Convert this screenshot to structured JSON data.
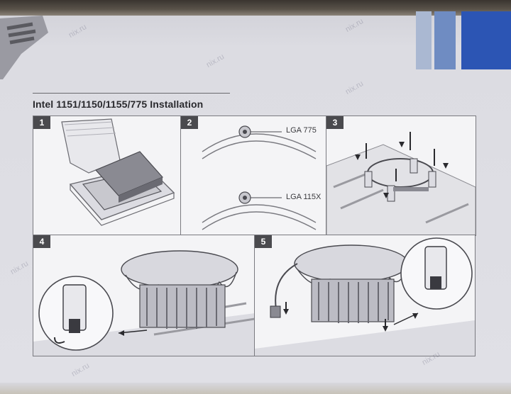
{
  "heading": "Intel 1151/1150/1155/775 Installation",
  "steps": [
    {
      "number": "1"
    },
    {
      "number": "2",
      "labels": [
        "LGA 775",
        "LGA 115X"
      ]
    },
    {
      "number": "3"
    },
    {
      "number": "4"
    },
    {
      "number": "5"
    }
  ],
  "watermark": "nix.ru",
  "colors": {
    "box_background": "#e0e0e6",
    "panel_background": "#f4f4f6",
    "badge": "#4a4a4e",
    "stripe_light": "#aab8d2",
    "stripe_mid": "#6f8cc2",
    "stripe_dark": "#2c55b4"
  }
}
